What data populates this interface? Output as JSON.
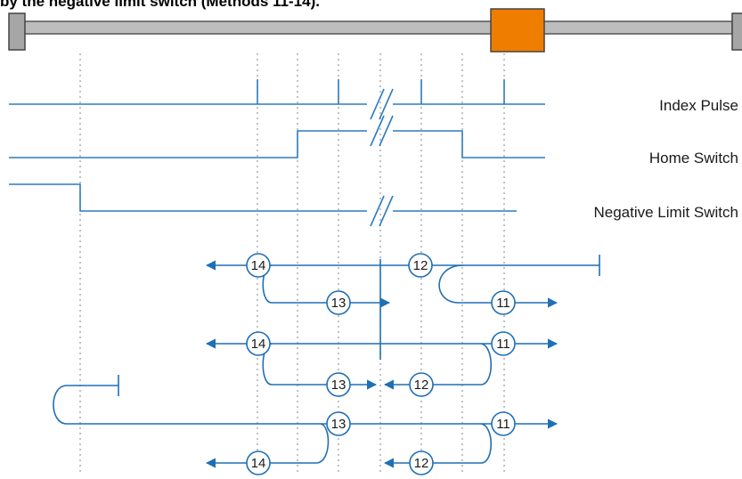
{
  "title": "by the negative limit switch (Methods 11-14).",
  "signals": {
    "index_pulse": "Index Pulse",
    "home_switch": "Home Switch",
    "negative_limit_switch": "Negative Limit Switch"
  },
  "methods": {
    "m11": "11",
    "m12": "12",
    "m13": "13",
    "m14": "14"
  },
  "colors": {
    "signal": "#2b7bbf",
    "rail": "#b8b8b8",
    "rail_border": "#555555",
    "carriage": "#ef7d00",
    "guide": "#9a9a9a"
  }
}
